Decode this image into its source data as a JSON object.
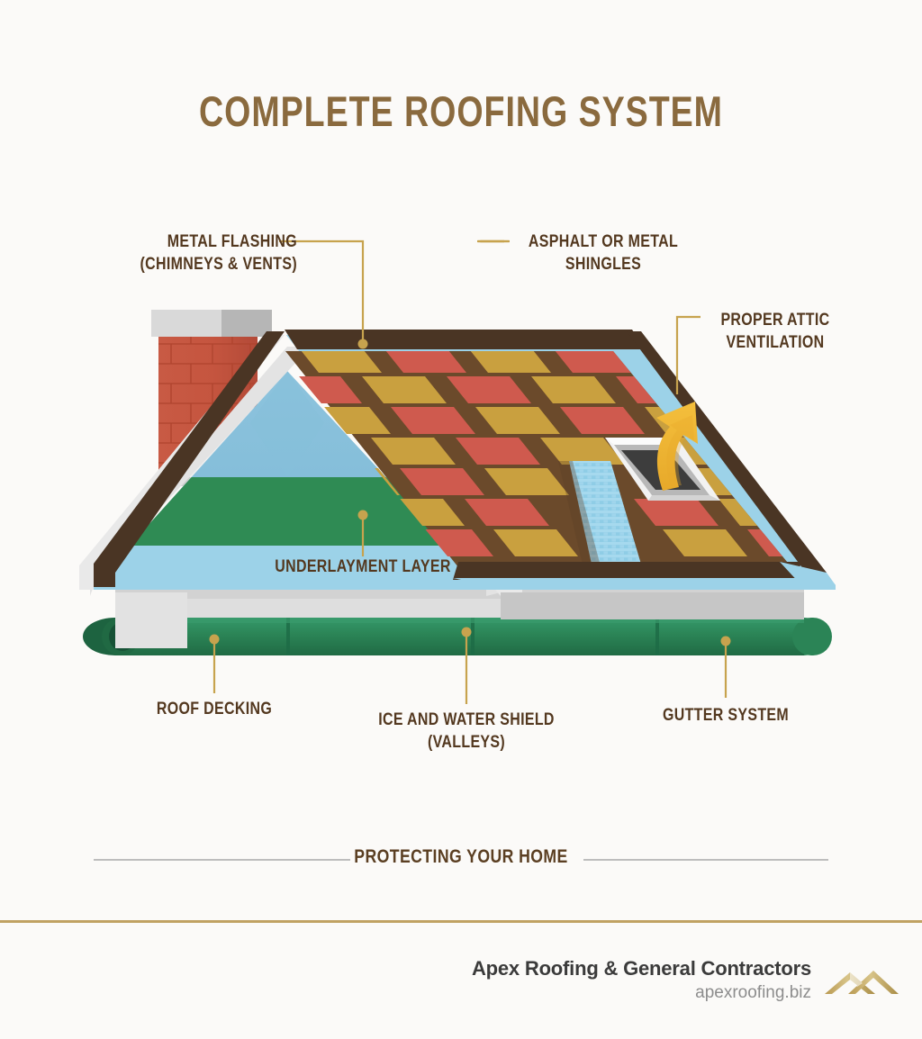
{
  "title": "COMPLETE ROOFING SYSTEM",
  "colors": {
    "background": "#fbfaf8",
    "title_brown": "#8a6a3e",
    "label_brown": "#53381f",
    "leader_gold": "#c7a34e",
    "shingle_brown": "#6b4a2b",
    "shingle_red": "#cf5a4e",
    "shingle_gold": "#c9a03f",
    "fascia_dark_brown": "#4a3524",
    "underlayment_blue": "#9cd2e8",
    "gable_blue": "#7cb9d6",
    "green_band": "#2f8b54",
    "gutter_green": "#2b8456",
    "decking_grey": "#dddddd",
    "flashing_white": "#e8e8e8",
    "brick_red": "#c5553f",
    "arrow_gold": "#eeb531",
    "rule_grey": "#bdbdbd",
    "gold_rule": "#c0a263",
    "brand_dark": "#3b3b3b",
    "brand_grey": "#8d8d8d"
  },
  "callouts": [
    {
      "id": "metal-flashing",
      "line1": "METAL FLASHING",
      "line2": "(CHIMNEYS & VENTS)"
    },
    {
      "id": "shingles",
      "line1": "ASPHALT OR METAL",
      "line2": "SHINGLES"
    },
    {
      "id": "attic-vent",
      "line1": "PROPER ATTIC",
      "line2": "VENTILATION"
    },
    {
      "id": "underlayment",
      "line1": "UNDERLAYMENT LAYER",
      "line2": ""
    },
    {
      "id": "roof-decking",
      "line1": "ROOF DECKING",
      "line2": ""
    },
    {
      "id": "ice-water",
      "line1": "ICE AND WATER SHIELD",
      "line2": "(VALLEYS)"
    },
    {
      "id": "gutter",
      "line1": "GUTTER SYSTEM",
      "line2": ""
    }
  ],
  "tagline": "PROTECTING YOUR HOME",
  "footer": {
    "company": "Apex Roofing & General Contractors",
    "website": "apexroofing.biz",
    "logo": "roof-peaks-logo"
  }
}
